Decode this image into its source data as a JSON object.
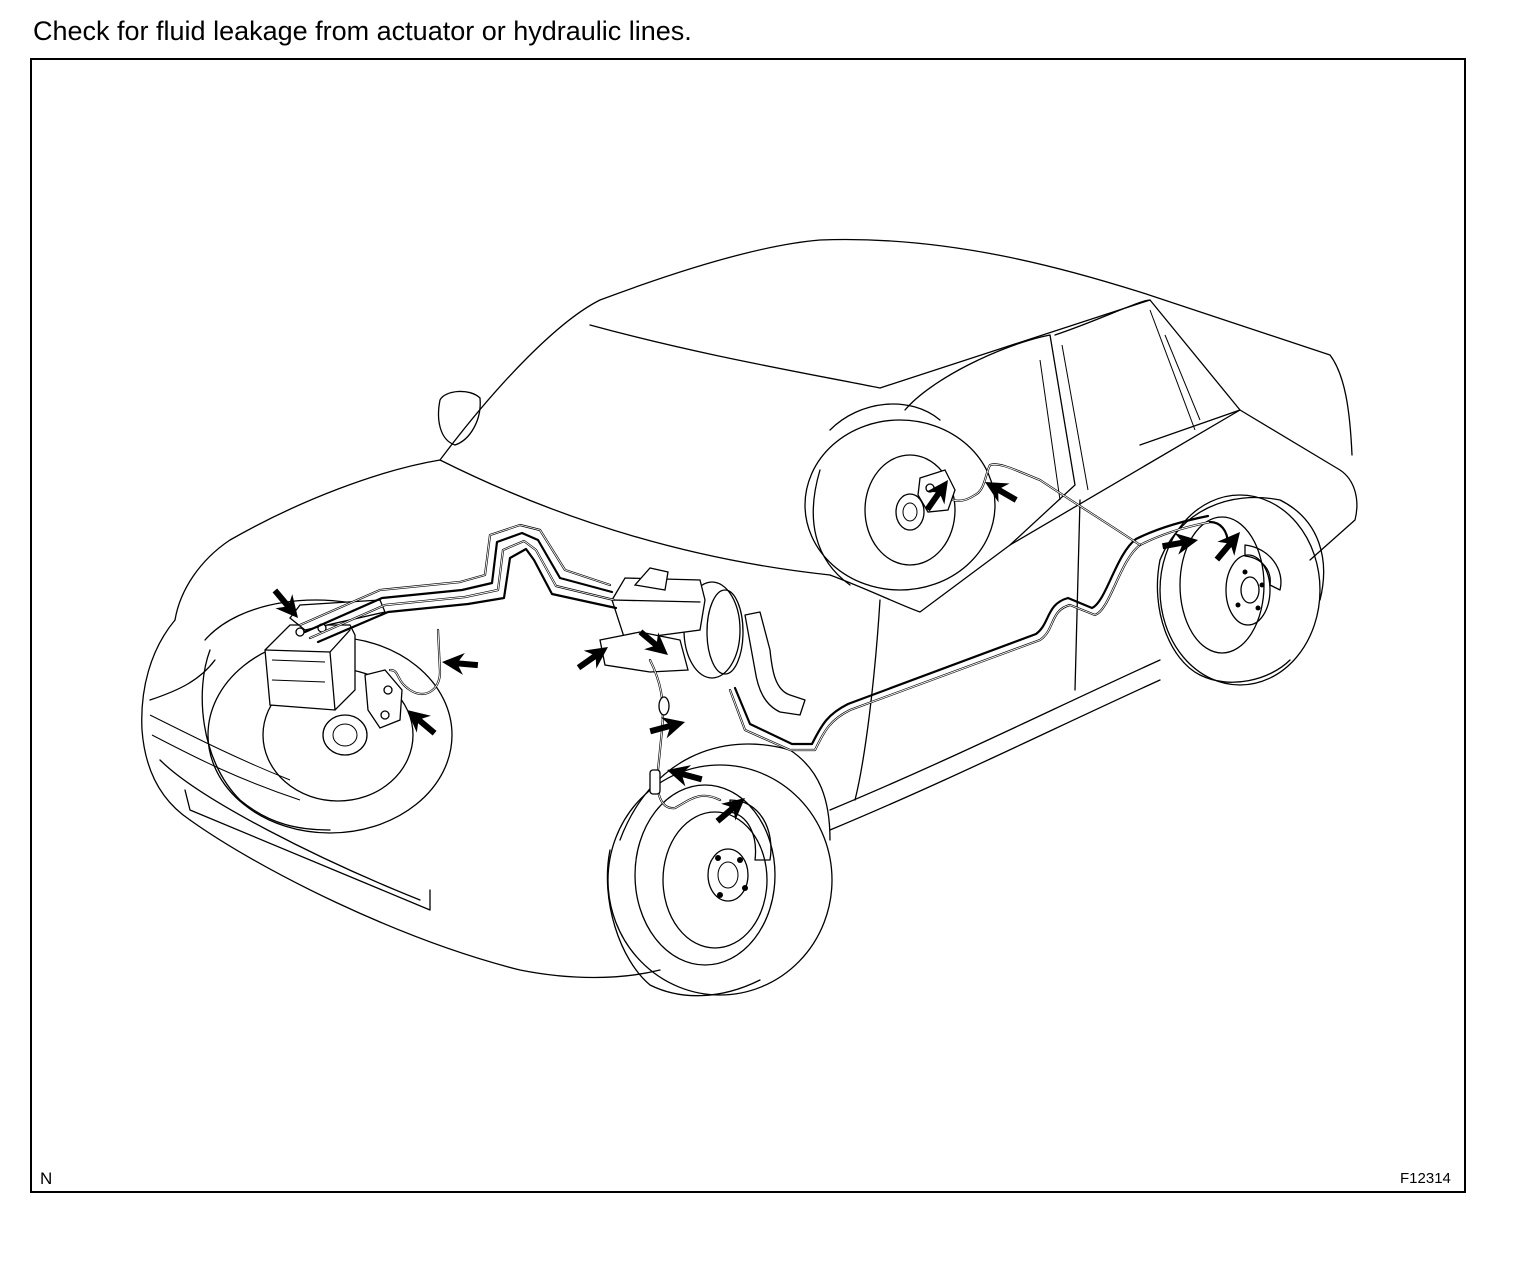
{
  "title": "Check for fluid leakage from actuator or hydraulic lines.",
  "figure": {
    "corner_left": "N",
    "corner_right": "F12314"
  },
  "icons": {
    "arrow": "leak-check-arrow-icon"
  }
}
